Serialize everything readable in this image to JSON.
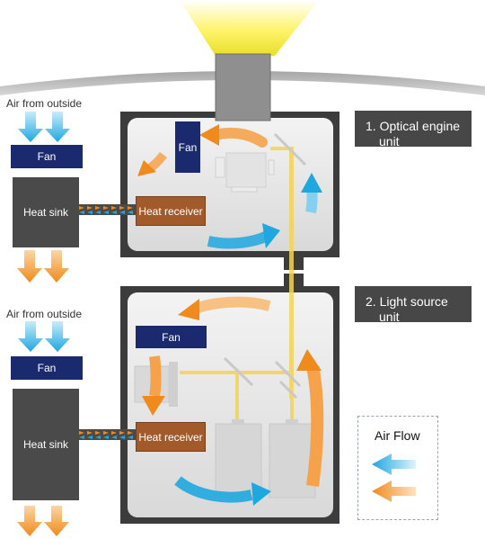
{
  "air_from_outside_top": "Air from outside",
  "air_from_outside_bottom": "Air from outside",
  "optical_engine": {
    "fan_outside": "Fan",
    "heat_sink": "Heat sink",
    "fan_inside": "Fan",
    "heat_receiver": "Heat receiver",
    "unit_label_line1": "1. Optical engine",
    "unit_label_line2": "unit"
  },
  "light_source": {
    "fan_outside": "Fan",
    "heat_sink": "Heat sink",
    "fan_inside": "Fan",
    "heat_receiver": "Heat receiver",
    "unit_label_line1": "2. Light source",
    "unit_label_line2": "unit"
  },
  "legend": {
    "title": "Air Flow"
  },
  "colors": {
    "cool_air": "#1fa7e0",
    "warm_air": "#f08a1c",
    "light_beam": "#f3d35a",
    "navy": "#1b2a6e",
    "heat_receiver": "#a35a2a",
    "dark_panel": "#474747"
  }
}
